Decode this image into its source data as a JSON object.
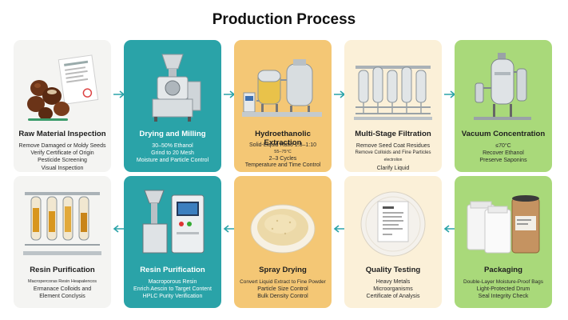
{
  "title": "Production Process",
  "colors": {
    "teal": "#2aa3a8",
    "orange": "#f4c775",
    "cream": "#fbf0d8",
    "green": "#a9d97a",
    "arrow": "#2aa3a8"
  },
  "steps": [
    {
      "title": "Raw Material Inspection",
      "lines": [
        "Remove Damaged or Moldy Seeds",
        "Verify Certificate of Origin",
        "Pesticide Screening",
        "Visual Inspection"
      ],
      "icon": "chestnut-seeds-certificate-icon"
    },
    {
      "title": "Drying and Milling",
      "lines": [
        "30–50% Ethanol",
        "Grind to 20 Mesh",
        "Moisture and Particle Control"
      ],
      "icon": "milling-machine-icon"
    },
    {
      "title": "Hydroethanolic Extraction",
      "lines": [
        "Solid-Liquid Ratio 1:8–1:10",
        "55–75°C",
        "2–3 Cycles",
        "Temperature and Time Control"
      ],
      "icon": "extraction-tanks-icon"
    },
    {
      "title": "Multi-Stage Filtration",
      "lines": [
        "Remove Seed Coat Residues",
        "Remove Colloids and Fine Particles",
        "electrolion",
        "Clarify Liquid"
      ],
      "icon": "filtration-system-icon"
    },
    {
      "title": "Vacuum Concentration",
      "lines": [
        "≤70°C",
        "Recover Ethanol",
        "Preserve Saponins"
      ],
      "icon": "vacuum-concentrator-icon"
    },
    {
      "title": "Resin Purification",
      "lines": [
        "Macropercoras Resin Heapalencos",
        "Ermanace Colloids and",
        "Element Conclysis"
      ],
      "icon": "resin-columns-icon"
    },
    {
      "title": "Resin Purification",
      "lines": [
        "Macroporous Resin",
        "Enrich Aescin to Target Content",
        "HPLC Purity Verification"
      ],
      "icon": "resin-purification-machine-icon"
    },
    {
      "title": "Spray Drying",
      "lines": [
        "Convert Liquid Extract to Fine Powder",
        "Particle Size Control",
        "Bulk Density Control"
      ],
      "icon": "powder-bowl-icon"
    },
    {
      "title": "Quality Testing",
      "lines": [
        "Heavy Metals",
        "Microorganisms",
        "Certificate of Analysis"
      ],
      "icon": "coa-document-icon"
    },
    {
      "title": "Packaging",
      "lines": [
        "Double-Layer Moisture-Proof Bags",
        "Light-Protected Drum",
        "Seal Integrity Check"
      ],
      "icon": "bags-and-drum-icon"
    }
  ]
}
